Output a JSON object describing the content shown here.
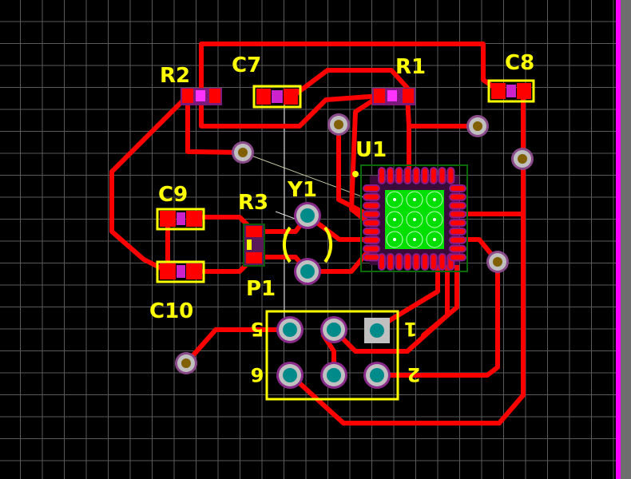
{
  "board": {
    "colors": {
      "background": "#000000",
      "grid": "#5a5a5a",
      "trace": "#ff0000",
      "silkscreen": "#ffff00",
      "pad": "#c0c0c0",
      "hole": "#008b8b",
      "board_edge": "#ff00ff",
      "thermal": "#00e000"
    },
    "designators": {
      "r1": "R1",
      "r2": "R2",
      "r3": "R3",
      "c7": "C7",
      "c8": "C8",
      "c9": "C9",
      "c10": "C10",
      "u1": "U1",
      "y1": "Y1",
      "p1": "P1"
    },
    "p1_pins": {
      "pin1": "1",
      "pin2": "2",
      "pin5": "5",
      "pin6": "6"
    }
  }
}
